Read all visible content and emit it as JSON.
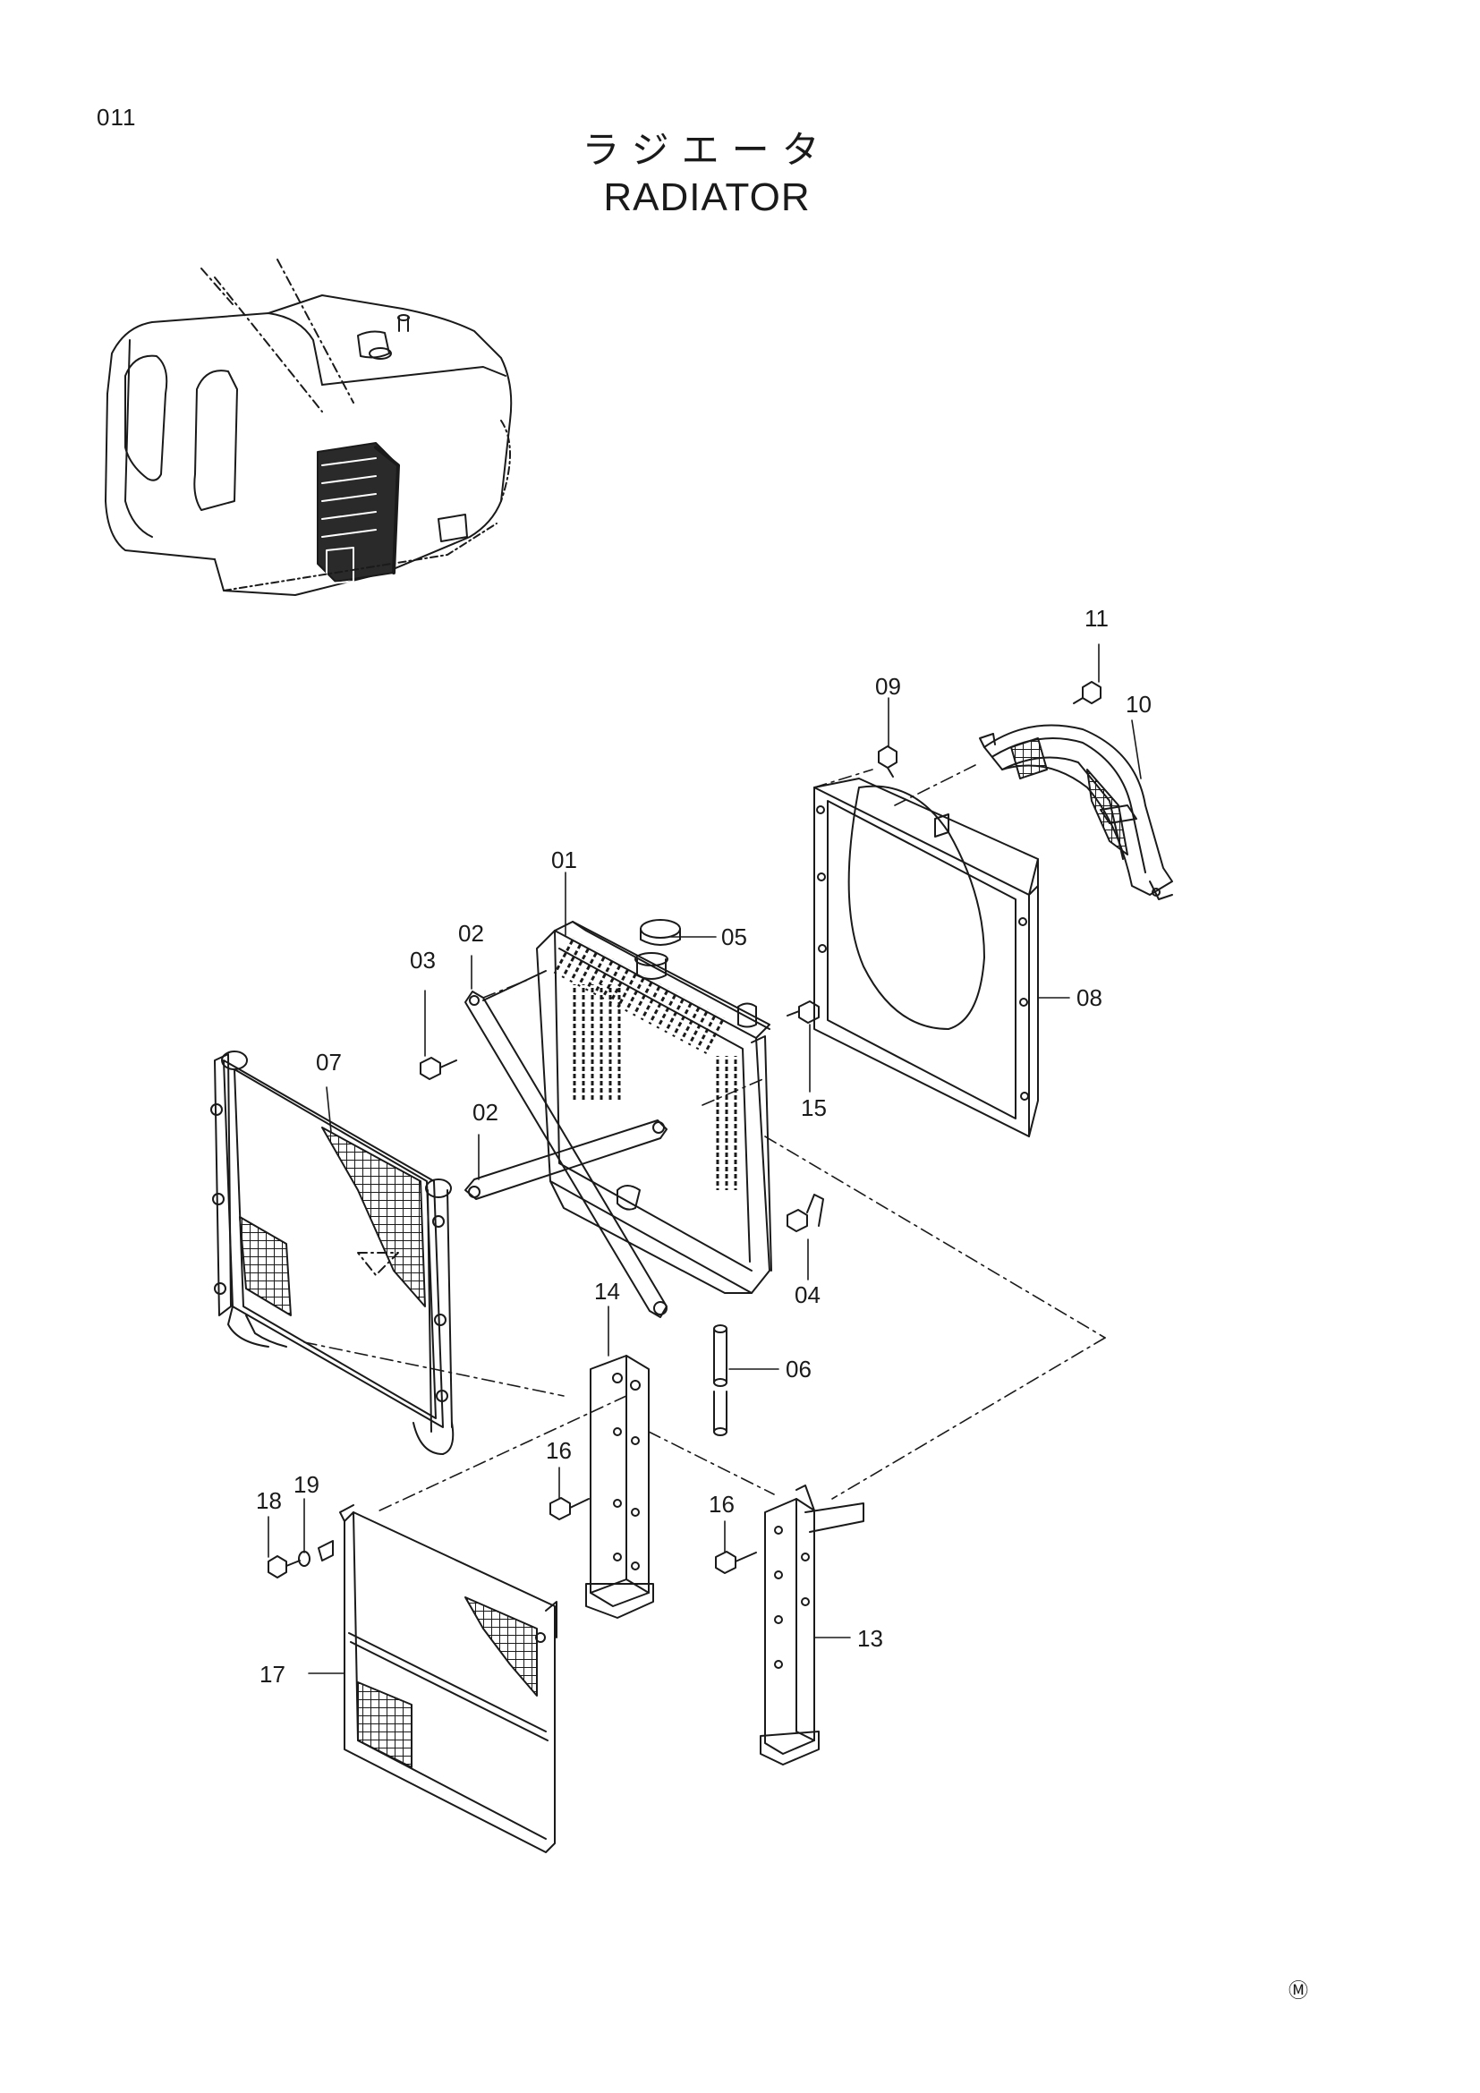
{
  "page": {
    "number": "011"
  },
  "title": {
    "japanese": "ラジエータ",
    "english": "RADIATOR"
  },
  "callouts": {
    "c01": "01",
    "c02a": "02",
    "c02b": "02",
    "c03": "03",
    "c04": "04",
    "c05": "05",
    "c06": "06",
    "c07": "07",
    "c08": "08",
    "c09": "09",
    "c10": "10",
    "c11": "11",
    "c13": "13",
    "c14": "14",
    "c15": "15",
    "c16a": "16",
    "c16b": "16",
    "c17": "17",
    "c18": "18",
    "c19": "19"
  },
  "mark": "Ⓜ"
}
